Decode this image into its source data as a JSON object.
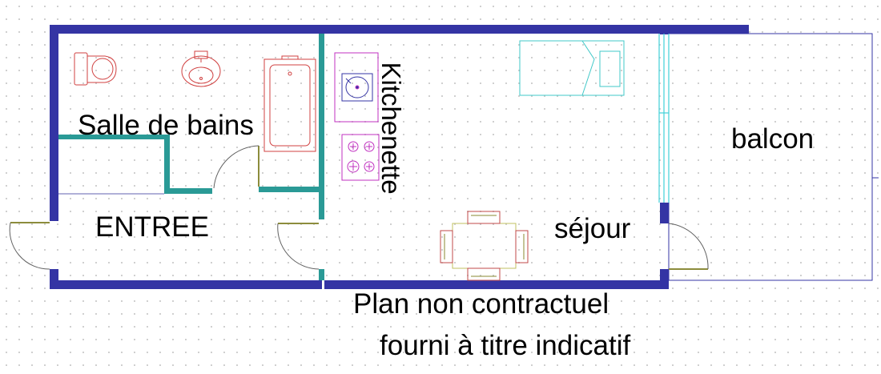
{
  "plan": {
    "rooms": {
      "bathroom": "Salle de bains",
      "entrance": "ENTREE",
      "kitchenette": "Kitchenette",
      "living_room": "séjour",
      "balcony": "balcon"
    },
    "disclaimer": {
      "line1": "Plan non contractuel",
      "line2": "fourni à titre indicatif"
    }
  },
  "colors": {
    "outer_wall": "#3434a4",
    "inner_wall": "#2a9a96",
    "bathroom_fixtures": "#d04040",
    "kitchen_fixtures": "#c030c0",
    "bed": "#40c8c8",
    "dining_table": "#c0c060",
    "chairs": "#c04a4a",
    "doors": "#606060",
    "grid_dots": "#c8c8c8"
  }
}
